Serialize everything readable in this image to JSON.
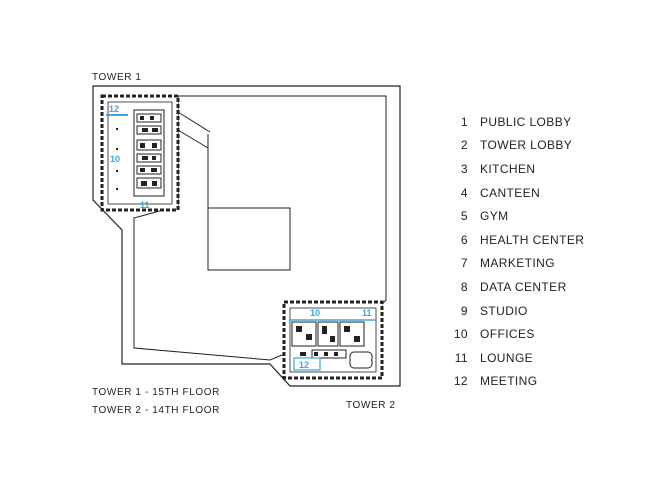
{
  "labels": {
    "tower1_top": "TOWER 1",
    "tower2_bottom": "TOWER 2",
    "floor_tower1": "TOWER 1 - 15TH FLOOR",
    "floor_tower2": "TOWER 2 - 14TH FLOOR"
  },
  "plan_markers": {
    "t1_meeting": "12",
    "t1_offices": "10",
    "t1_lounge": "11",
    "t2_offices": "10",
    "t2_lounge": "11",
    "t2_meeting": "12"
  },
  "legend": [
    {
      "num": "1",
      "label": "PUBLIC LOBBY"
    },
    {
      "num": "2",
      "label": "TOWER LOBBY"
    },
    {
      "num": "3",
      "label": "KITCHEN"
    },
    {
      "num": "4",
      "label": "CANTEEN"
    },
    {
      "num": "5",
      "label": "GYM"
    },
    {
      "num": "6",
      "label": "HEALTH CENTER"
    },
    {
      "num": "7",
      "label": "MARKETING"
    },
    {
      "num": "8",
      "label": "DATA CENTER"
    },
    {
      "num": "9",
      "label": "STUDIO"
    },
    {
      "num": "10",
      "label": "OFFICES"
    },
    {
      "num": "11",
      "label": "LOUNGE"
    },
    {
      "num": "12",
      "label": "MEETING"
    }
  ],
  "colors": {
    "marker": "#3aa7d8",
    "line": "#222222"
  }
}
